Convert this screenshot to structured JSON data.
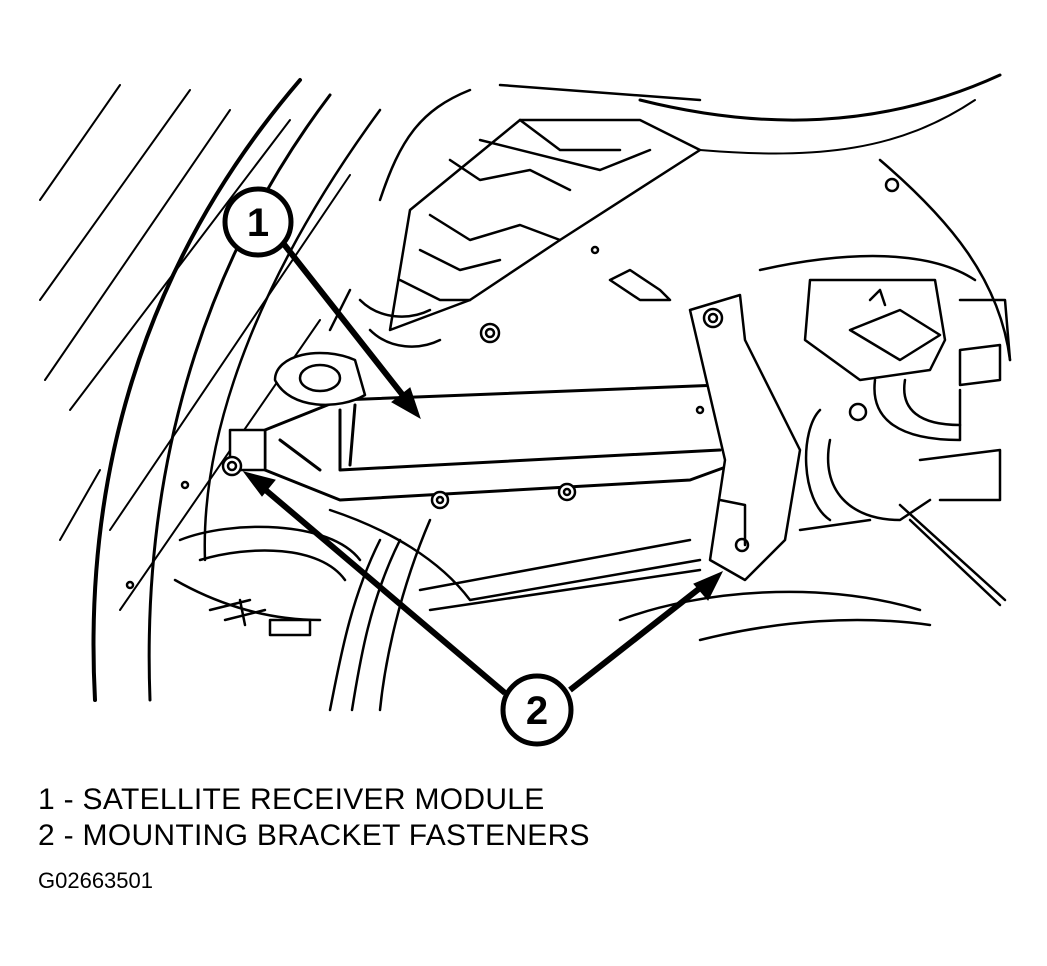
{
  "callouts": [
    {
      "number": "1"
    },
    {
      "number": "2"
    }
  ],
  "legend": [
    {
      "text": "1 - SATELLITE RECEIVER MODULE"
    },
    {
      "text": "2 - MOUNTING BRACKET FASTENERS"
    }
  ],
  "figure_id": "G02663501",
  "colors": {
    "line": "#000000",
    "background": "#ffffff"
  }
}
